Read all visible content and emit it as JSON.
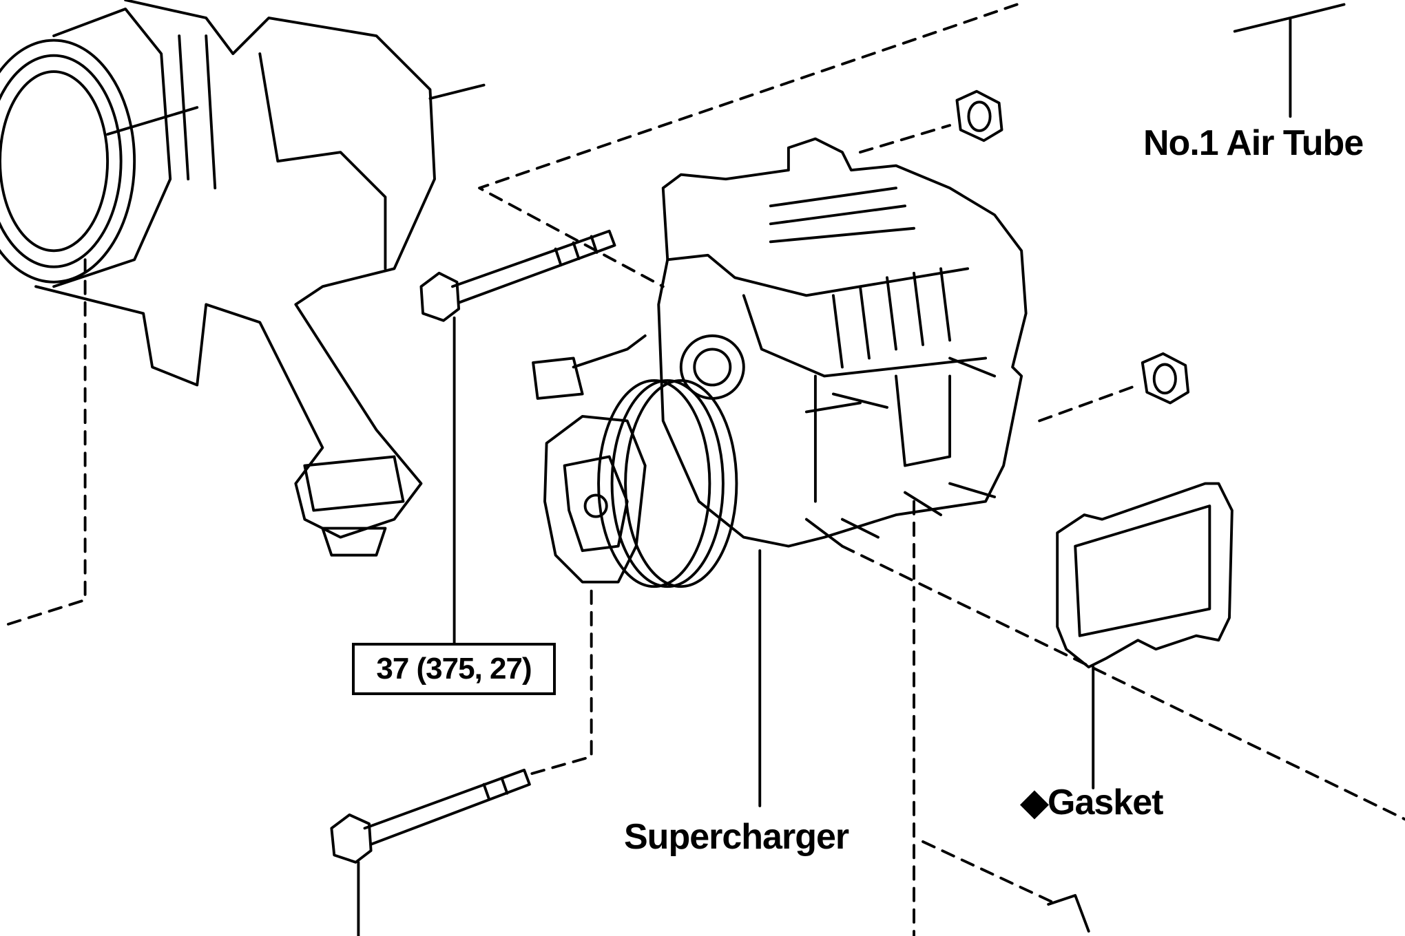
{
  "labels": {
    "air_tube": "No.1 Air Tube",
    "torque_spec": "37 (375, 27)",
    "supercharger": "Supercharger",
    "gasket": "Gasket",
    "gasket_symbol": "◆"
  }
}
